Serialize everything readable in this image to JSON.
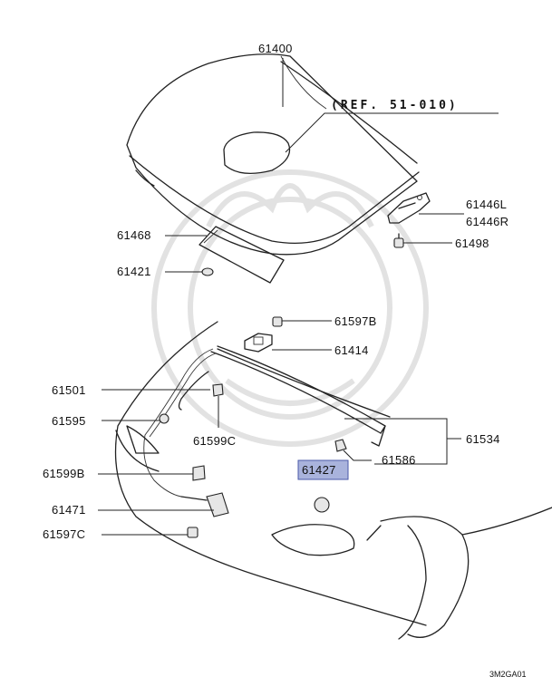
{
  "diagram_code": "3M2GA01",
  "reference_note": "(REF. 51-010)",
  "highlight_color": "#a9b3dc",
  "callouts": {
    "p61400": "61400",
    "p61446L": "61446L",
    "p61446R": "61446R",
    "p61468": "61468",
    "p61498": "61498",
    "p61421": "61421",
    "p61597B": "61597B",
    "p61414": "61414",
    "p61501": "61501",
    "p61595": "61595",
    "p61599C": "61599C",
    "p61534": "61534",
    "p61586": "61586",
    "p61427": "61427",
    "p61599B": "61599B",
    "p61471": "61471",
    "p61597C": "61597C"
  }
}
